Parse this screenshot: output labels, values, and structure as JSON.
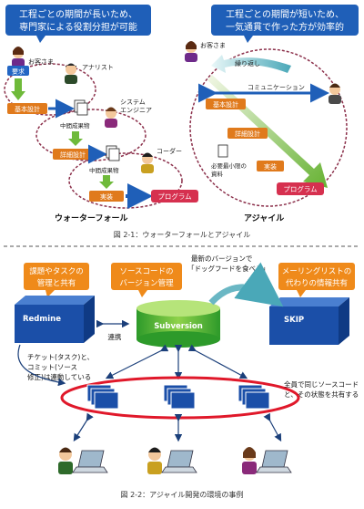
{
  "fig1": {
    "waterfall_callout_line1": "工程ごとの期間が長いため、",
    "waterfall_callout_line2": "専門家による役割分担が可能",
    "agile_callout_line1": "工程ごとの期間が短いため、",
    "agile_callout_line2": "一気通貫で作った方が効率的",
    "customer_label_wf": "お客さま",
    "analyst_label": "アナリスト",
    "system_engineer_label_1": "システム",
    "system_engineer_label_2": "エンジニア",
    "coder_label": "コーダー",
    "requirement_label": "要求",
    "basic_design_label_wf": "基本設計",
    "intermediate_label_1": "中間成果物",
    "detailed_design_label_wf": "詳細設計",
    "intermediate_label_2": "中間成果物",
    "implementation_label_wf": "実装",
    "program_label_wf": "プログラム",
    "customer_label_ag": "お客さま",
    "repeat_label": "繰り返し",
    "communication_label": "コミュニケーション",
    "basic_design_label_ag": "基本設計",
    "detailed_design_label_ag": "詳細設計",
    "minimum_docs_label_1": "必要最小限の",
    "minimum_docs_label_2": "資料",
    "implementation_label_ag": "実装",
    "program_label_ag": "プログラム",
    "waterfall_title": "ウォーターフォール",
    "agile_title": "アジャイル",
    "caption": "図 2-1：ウォーターフォールとアジャイル"
  },
  "fig2": {
    "redmine_callout_line1": "課題やタスクの",
    "redmine_callout_line2": "管理と共有",
    "svn_callout_line1": "ソースコードの",
    "svn_callout_line2": "バージョン管理",
    "dogfood_line1": "最新のバージョンで",
    "dogfood_line2": "「ドッグフードを食べる」",
    "skip_callout_line1": "メーリングリストの",
    "skip_callout_line2": "代わりの情報共有",
    "redmine_label": "Redmine",
    "subversion_label": "Subversion",
    "skip_label": "SKIP",
    "link_label": "連携",
    "ticket_line1": "チケット(タスク)と、",
    "ticket_line2": "コミット(ソース",
    "ticket_line3": "修正)は連動している",
    "share_line1": "全員で同じソースコード",
    "share_line2": "と、その状態を共有する",
    "caption": "図 2-2：アジャイル開発の環境の事例"
  },
  "colors": {
    "callout_blue": "#1f5fb8",
    "stage_orange": "#e07a1c",
    "program_red": "#d6304f",
    "requirement_blue": "#2366c4",
    "arrow_green": "#6fba3a",
    "dashed_maroon": "#8b2f4a",
    "ellipse_red": "#e0182a",
    "note_orange": "#ef8a1a",
    "cube_blue": "#1b4fa8"
  }
}
